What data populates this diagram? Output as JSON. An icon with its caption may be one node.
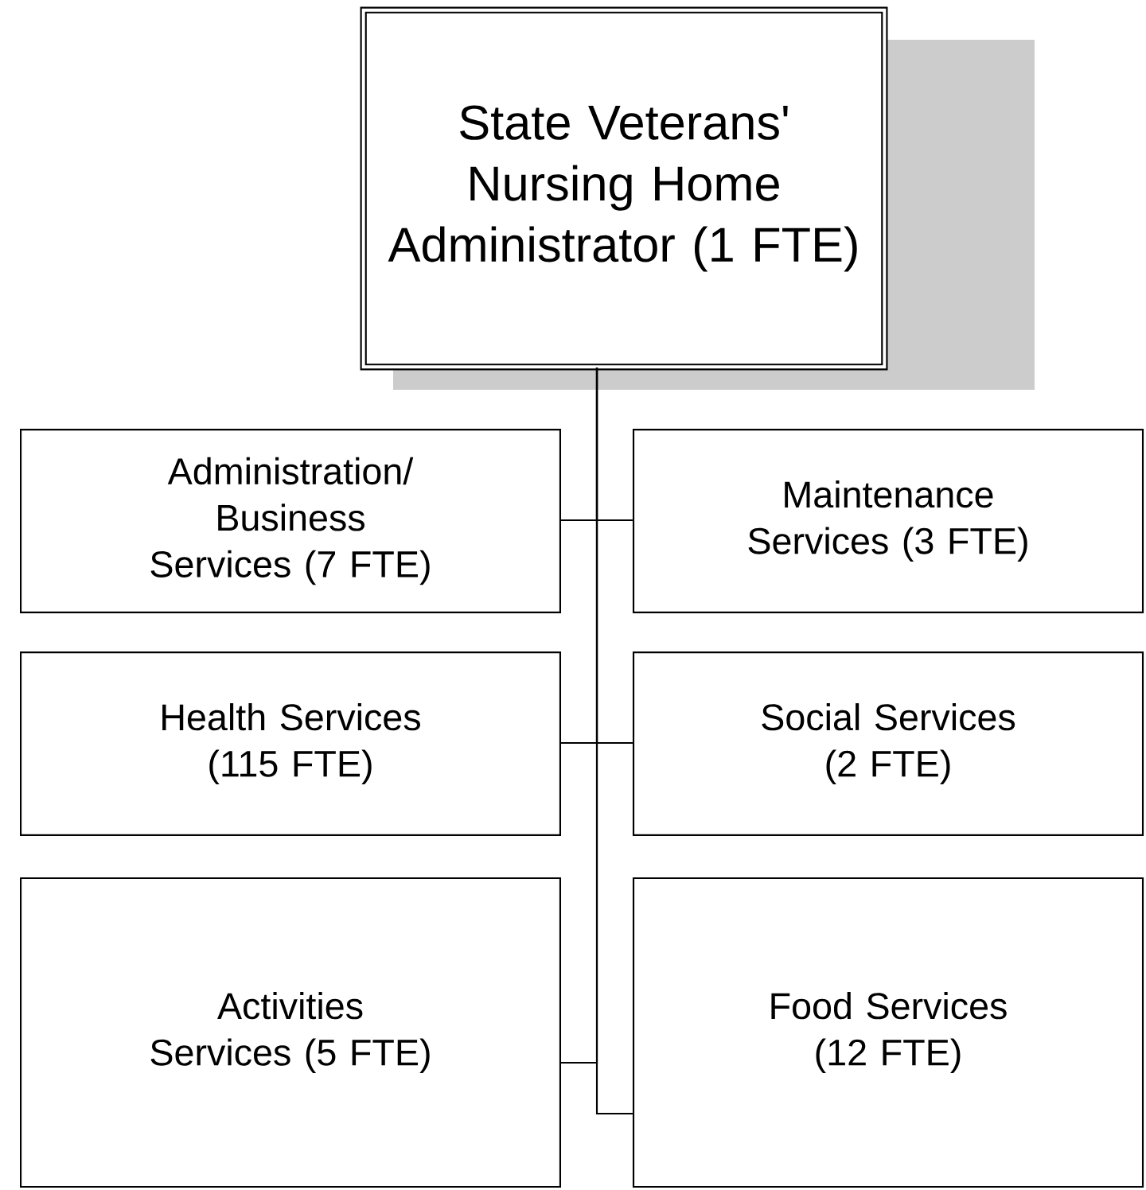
{
  "diagram": {
    "nodes": [
      {
        "text": [
          "State Veterans' Nursing Home Administrator (1 FTE)"
        ]
      },
      {
        "text": [
          "Administration/ Business Services (7 FTE)"
        ]
      },
      {
        "text": [
          "Maintenance Services (3 FTE)"
        ]
      },
      {
        "text": [
          "Health Services (115 FTE)"
        ]
      },
      {
        "text": [
          "Social Services (2 FTE)"
        ]
      },
      {
        "text": [
          "Activities Services (5 FTE)"
        ]
      },
      {
        "text": [
          "Food Services (12 FTE)"
        ]
      }
    ],
    "edges": [
      {
        "from": 0,
        "to": 1,
        "arrow": "none"
      },
      {
        "from": 0,
        "to": 2,
        "arrow": "none"
      },
      {
        "from": 0,
        "to": 3,
        "arrow": "none"
      },
      {
        "from": 0,
        "to": 4,
        "arrow": "none"
      },
      {
        "from": 0,
        "to": 5,
        "arrow": "none"
      },
      {
        "from": 0,
        "to": 6,
        "arrow": "none"
      }
    ]
  }
}
